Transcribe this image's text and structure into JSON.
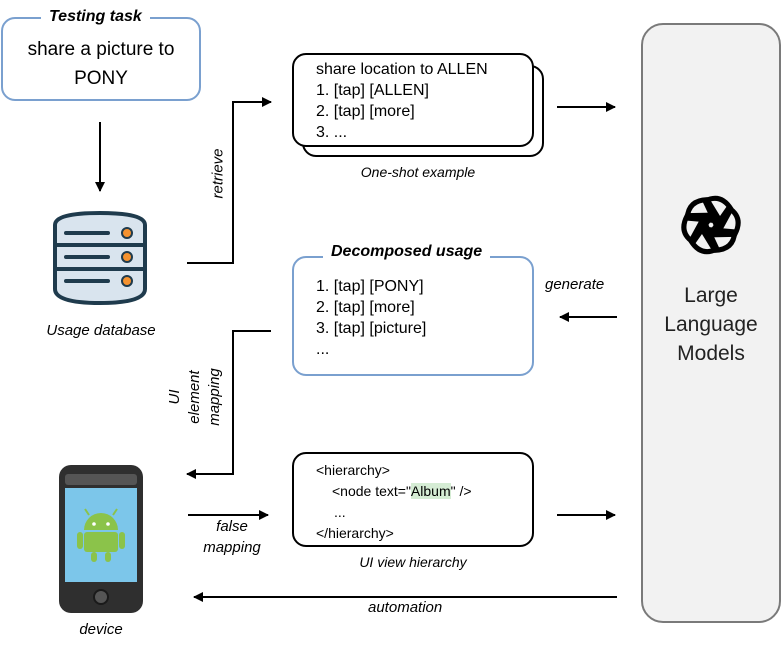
{
  "testing_task": {
    "title": "Testing task",
    "line1": "share a picture to",
    "line2": "PONY"
  },
  "usage_database": {
    "label": "Usage database"
  },
  "retrieve_label": "retrieve",
  "one_shot": {
    "title": "share location to ALLEN",
    "steps": [
      "1. [tap] [ALLEN]",
      "2. [tap] [more]",
      "3. ..."
    ],
    "caption": "One-shot example"
  },
  "decomposed": {
    "title": "Decomposed usage",
    "steps": [
      "1. [tap] [PONY]",
      "2. [tap] [more]",
      "3. [tap] [picture]",
      "..."
    ]
  },
  "generate_label": "generate",
  "ui_element_mapping": [
    "UI",
    "element",
    "mapping"
  ],
  "device": {
    "label": "device"
  },
  "false_mapping": [
    "false",
    "mapping"
  ],
  "hierarchy": {
    "line1": "<hierarchy>",
    "line2_prefix": "<node text=\"",
    "line2_highlight": "Album",
    "line2_suffix": "\" />",
    "line3": "...",
    "line4": "</hierarchy>",
    "caption": "UI view hierarchy"
  },
  "automation_label": "automation",
  "llm": {
    "lines": [
      "Large",
      "Language",
      "Models"
    ]
  },
  "colors": {
    "blue_border": "#7aa0cf",
    "llm_fill": "#f2f2f2",
    "highlight": "#d5ecd4",
    "phone_body": "#2f2f2f",
    "phone_screen": "#7cc6ea",
    "android_green": "#8bc34a",
    "db_body": "#d9e4ee",
    "db_dark": "#1f3b4d",
    "db_led": "#f5922f"
  }
}
